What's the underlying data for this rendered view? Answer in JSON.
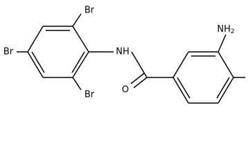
{
  "labels": {
    "amine": "NH",
    "amine_sub": "2",
    "amide_nh": "NH",
    "carbonyl_o": "O",
    "br_top": "Br",
    "br_left": "Br",
    "br_bottom": "Br"
  }
}
